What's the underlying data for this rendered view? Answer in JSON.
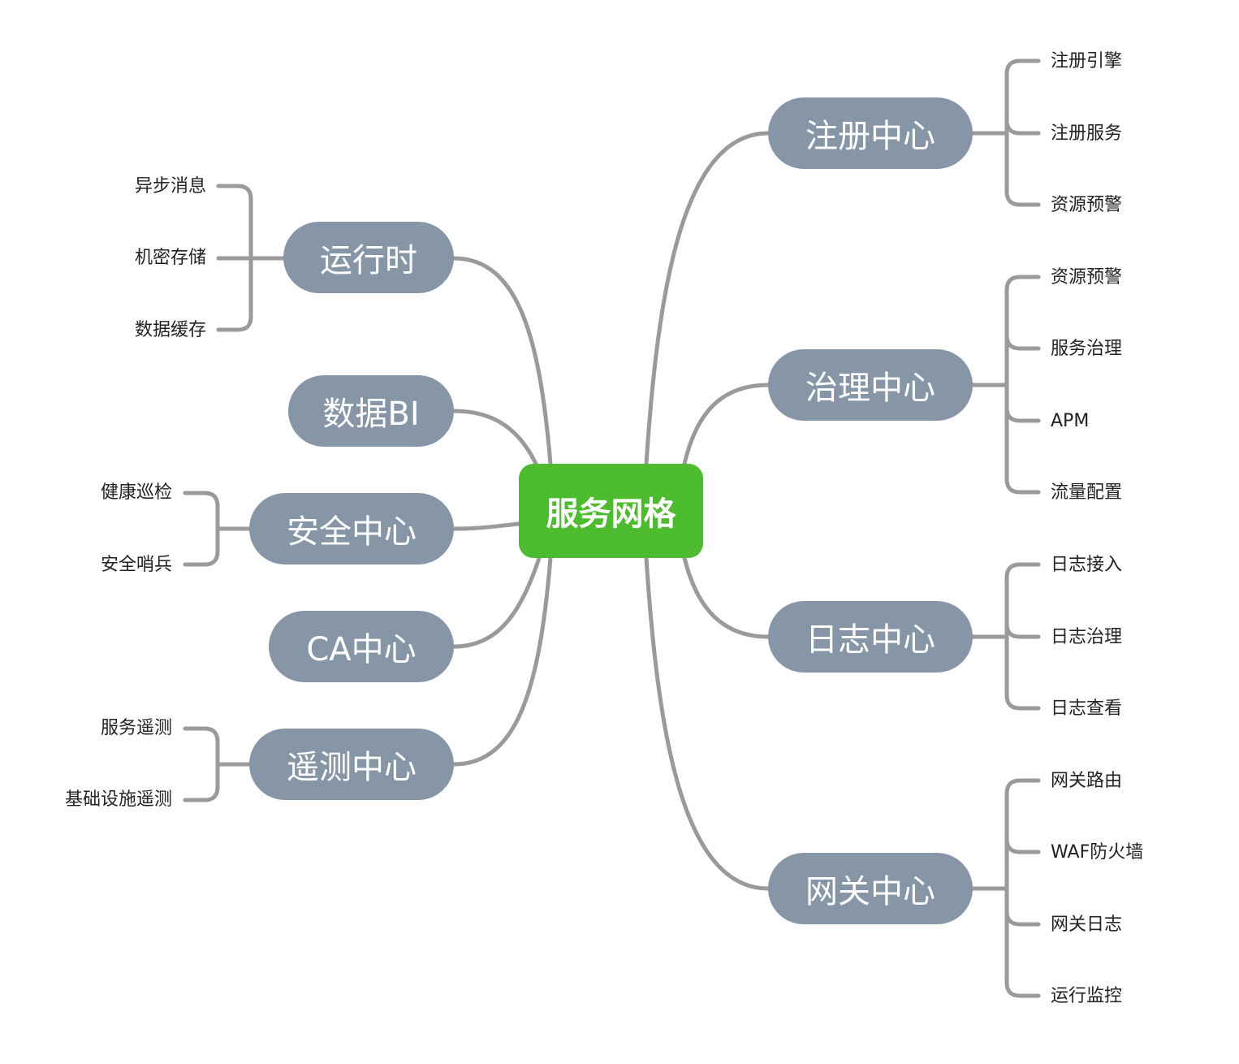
{
  "colors": {
    "root": "#4cbb2d",
    "node": "#8796a7",
    "line": "#9a9a9a",
    "leaf_text": "#222222"
  },
  "root": {
    "label": "服务网格"
  },
  "right_branches": [
    {
      "label": "注册中心",
      "children": [
        "注册引擎",
        "注册服务",
        "资源预警"
      ]
    },
    {
      "label": "治理中心",
      "children": [
        "资源预警",
        "服务治理",
        "APM",
        "流量配置"
      ]
    },
    {
      "label": "日志中心",
      "children": [
        "日志接入",
        "日志治理",
        "日志查看"
      ]
    },
    {
      "label": "网关中心",
      "children": [
        "网关路由",
        "WAF防火墙",
        "网关日志",
        "运行监控"
      ]
    }
  ],
  "left_branches": [
    {
      "label": "运行时",
      "children": [
        "异步消息",
        "机密存储",
        "数据缓存"
      ]
    },
    {
      "label": "数据BI",
      "children": []
    },
    {
      "label": "安全中心",
      "children": [
        "健康巡检",
        "安全哨兵"
      ]
    },
    {
      "label": "CA中心",
      "children": []
    },
    {
      "label": "遥测中心",
      "children": [
        "服务遥测",
        "基础设施遥测"
      ]
    }
  ]
}
